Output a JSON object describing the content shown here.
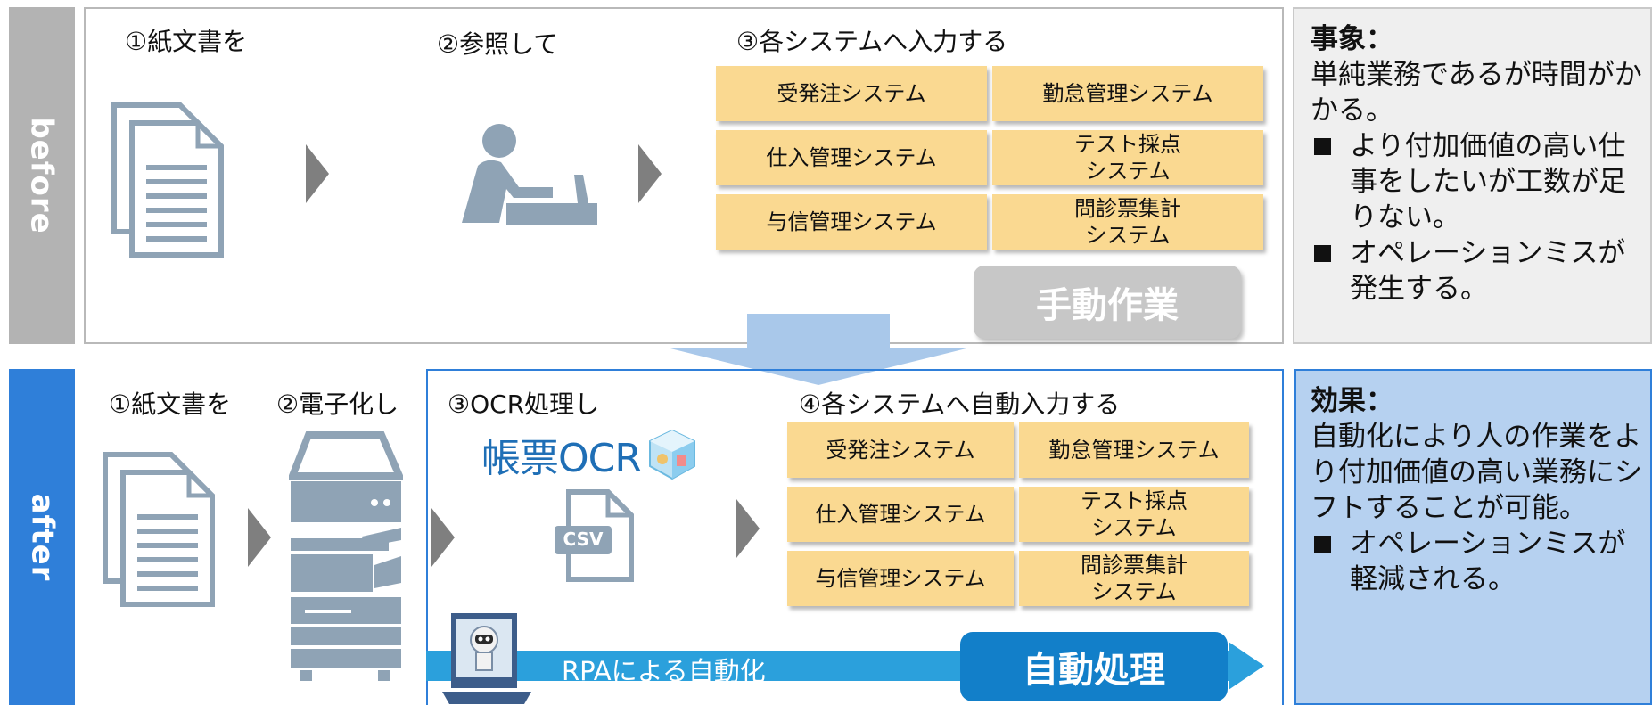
{
  "before": {
    "side_label": "before",
    "steps": [
      "①紙文書を",
      "②参照して",
      "③各システムへ入力する"
    ],
    "systems": [
      "受発注システム",
      "勤怠管理システム",
      "仕入管理システム",
      "テスト採点\nシステム",
      "与信管理システム",
      "問診票集計\nシステム"
    ],
    "status_label": "手動作業",
    "note": {
      "heading": "事象：",
      "text": "単純業務であるが時間がかかる。",
      "bullets": [
        "より付加価値の高い仕事をしたいが工数が足りない。",
        "オペレーションミスが発生する。"
      ]
    }
  },
  "after": {
    "side_label": "after",
    "steps": [
      "①紙文書を",
      "②電子化し",
      "③OCR処理し",
      "④各システムへ自動入力する"
    ],
    "ocr_logo": "帳票OCR",
    "file_type": "CSV",
    "systems": [
      "受発注システム",
      "勤怠管理システム",
      "仕入管理システム",
      "テスト採点\nシステム",
      "与信管理システム",
      "問診票集計\nシステム"
    ],
    "rpa_label": "RPAによる自動化",
    "status_label": "自動処理",
    "note": {
      "heading": "効果：",
      "text": "自動化により人の作業をより付加価値の高い業務にシフトすることが可能。",
      "bullets": [
        "オペレーションミスが軽減される。"
      ]
    }
  },
  "colors": {
    "before_band": "#b3b3b3",
    "after_band": "#2f7fd9",
    "system_box": "#fad991",
    "flow_arrow": "#a9c8ea",
    "rpa_arrow": "#2ba0dc",
    "auto_pill": "#127fc9",
    "manual_pill": "#c7c7c7",
    "icon_gray": "#8fa3b5"
  }
}
